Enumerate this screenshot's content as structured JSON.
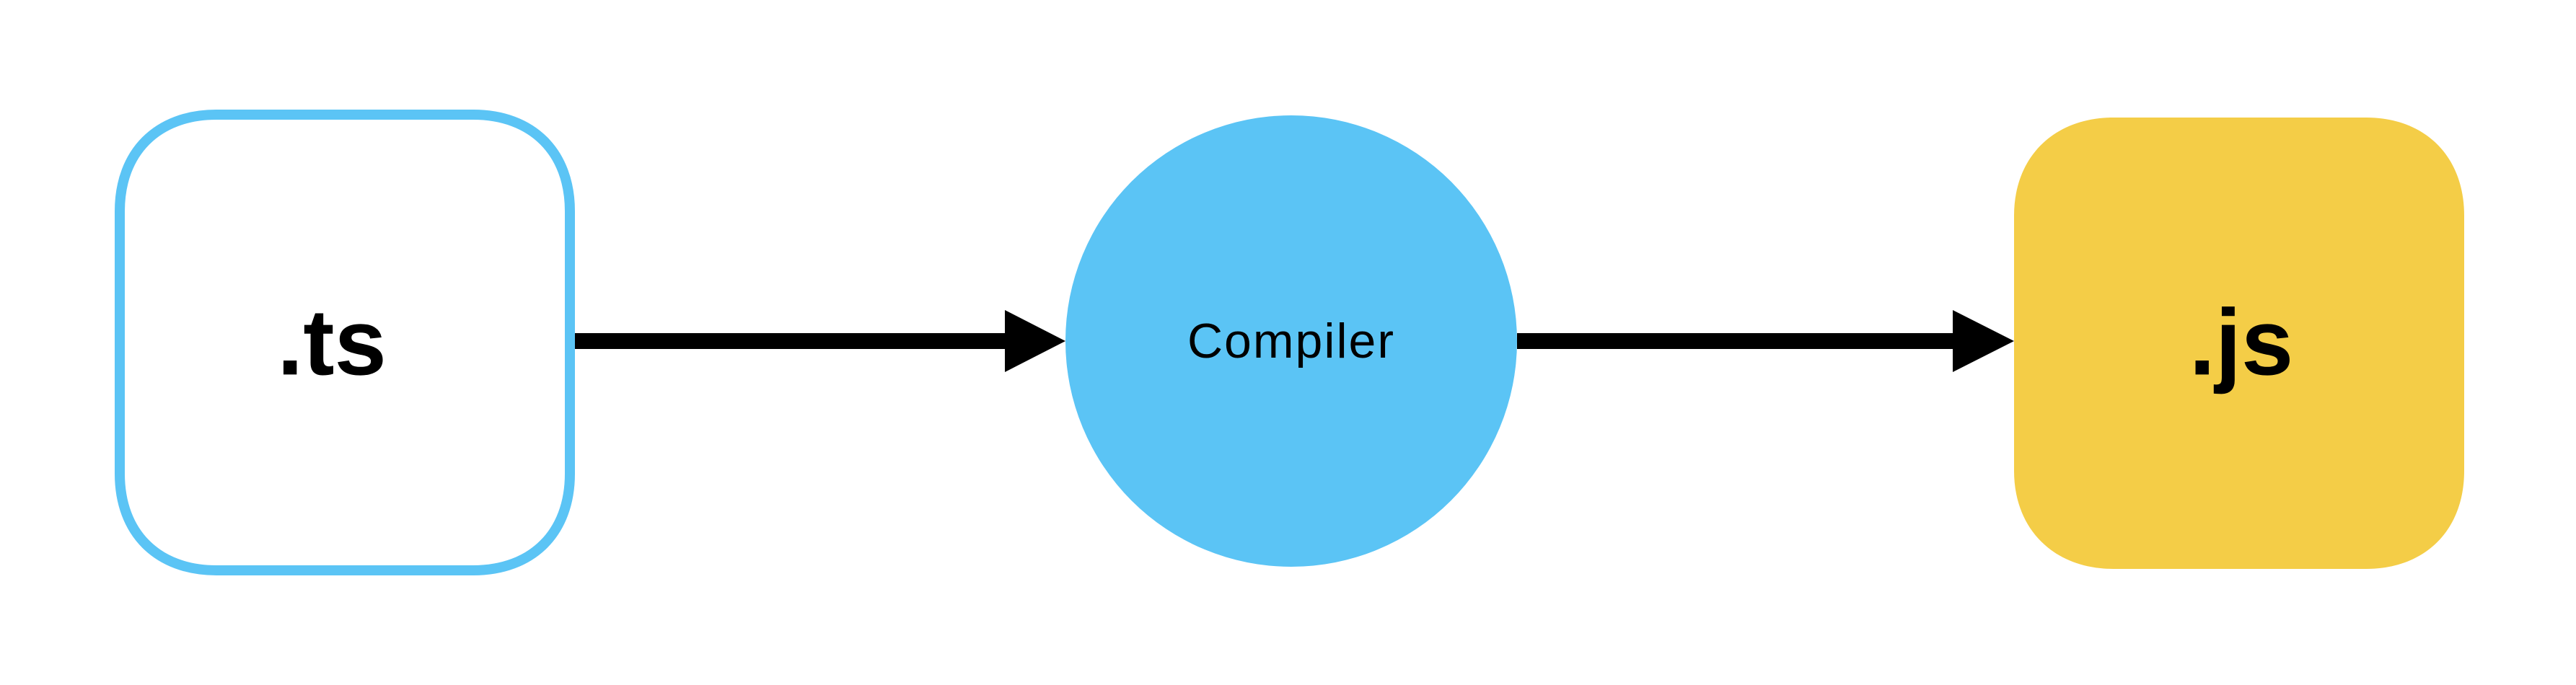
{
  "diagram": {
    "nodes": [
      {
        "id": "source",
        "label": ".ts",
        "shape": "rounded-square-outline"
      },
      {
        "id": "compiler",
        "label": "Compiler",
        "shape": "circle"
      },
      {
        "id": "output",
        "label": ".js",
        "shape": "rounded-square-filled"
      }
    ],
    "edges": [
      {
        "from": "source",
        "to": "compiler"
      },
      {
        "from": "compiler",
        "to": "output"
      }
    ]
  },
  "colors": {
    "ts_border": "#5bc4f5",
    "compiler_fill": "#5bc4f5",
    "js_fill": "#f4cd47",
    "arrow": "#000000",
    "text": "#000000",
    "background": "#ffffff"
  }
}
